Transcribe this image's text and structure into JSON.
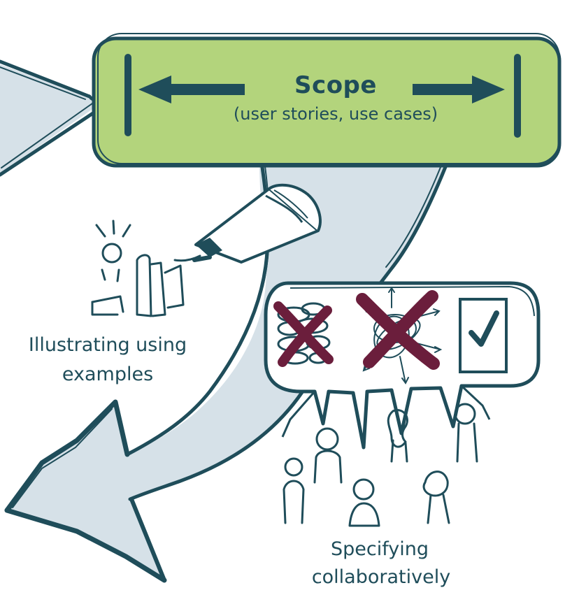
{
  "scope": {
    "title": "Scope",
    "subtitle": "(user stories, use cases)"
  },
  "illustrating": {
    "line1": "Illustrating using",
    "line2": "examples"
  },
  "specifying": {
    "line1": "Specifying",
    "line2": "collaboratively"
  },
  "colors": {
    "ink": "#1f4d5a",
    "box_fill": "#b3d47c",
    "arrow_fill": "#d6e1e8",
    "cross": "#6b1e3c"
  },
  "icons": [
    "pencil-icon",
    "idea-figure-icon",
    "ellipse-cluster-icon",
    "scribble-icon",
    "checkbox-check-icon",
    "people-group-icon"
  ]
}
